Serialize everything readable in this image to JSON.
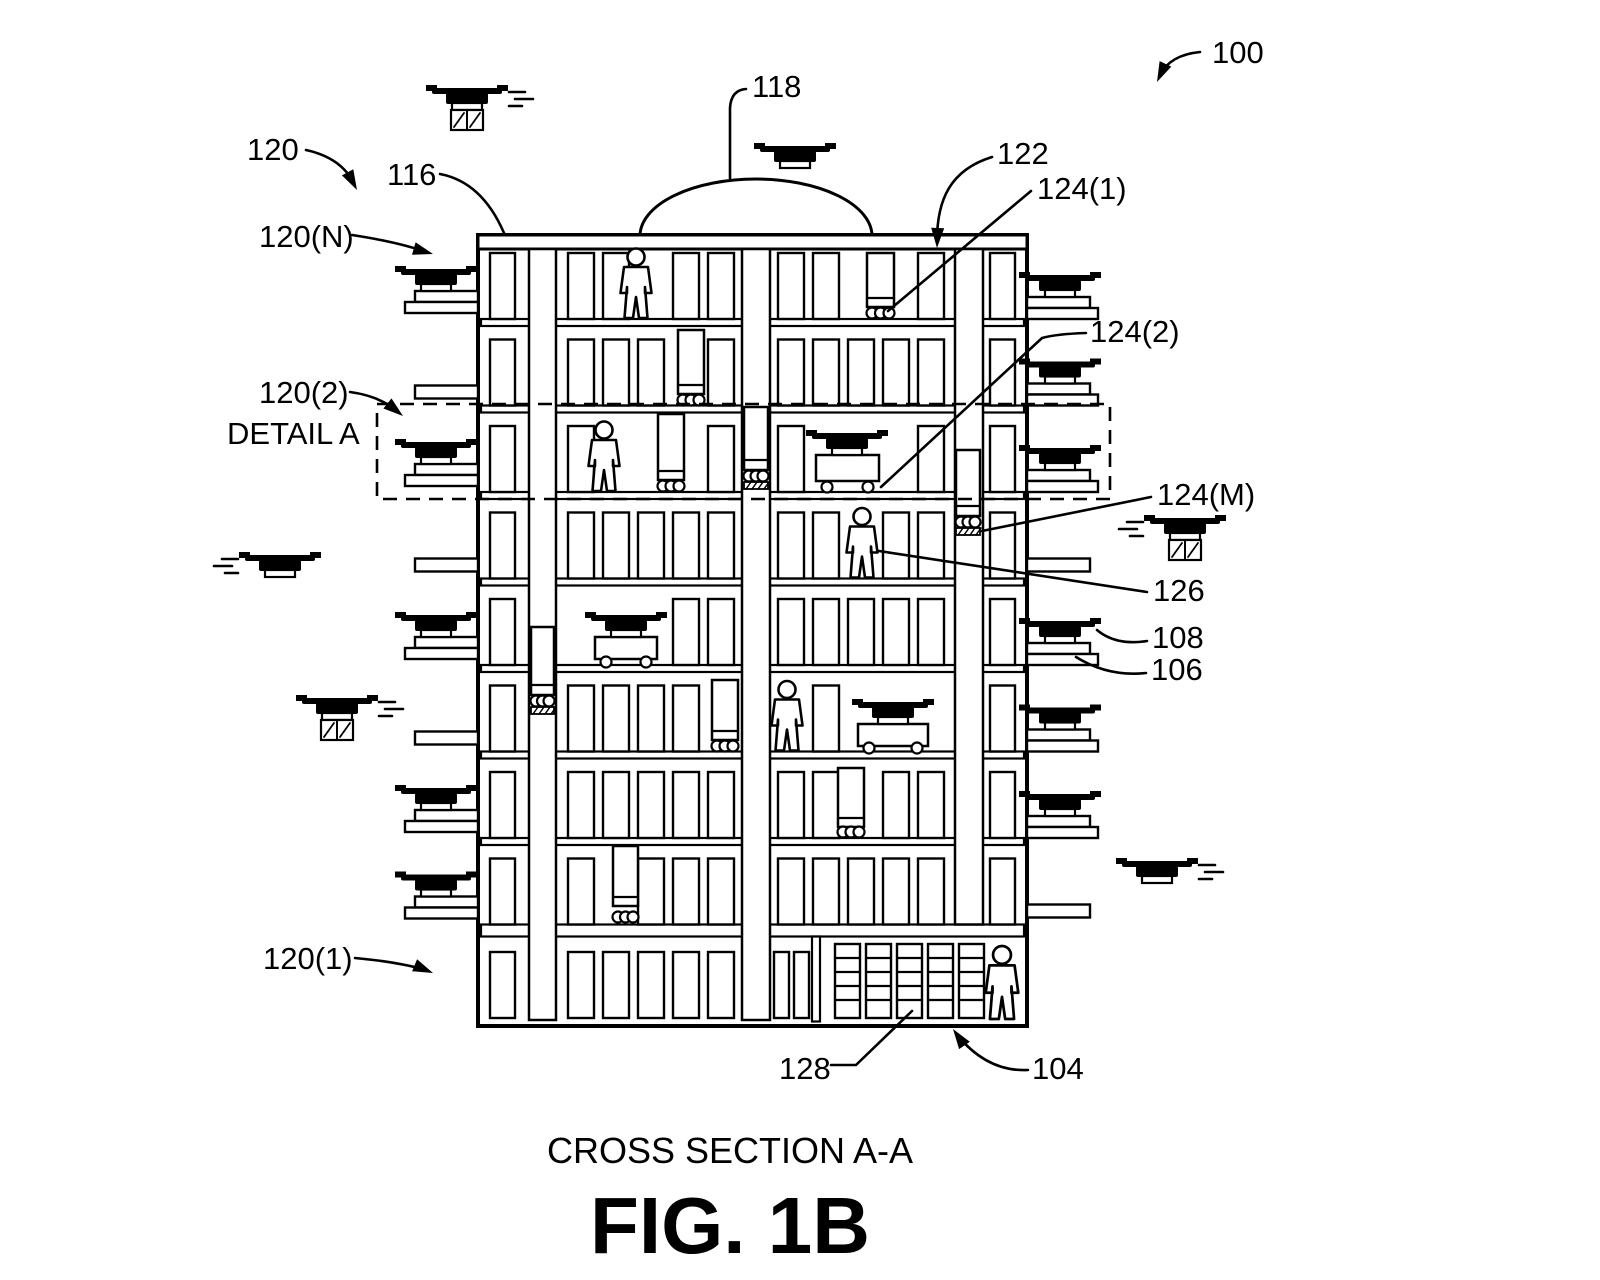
{
  "figure": {
    "kind": "patent-cross-section-drawing",
    "subject": "multi-level drone fulfillment center"
  },
  "captions": {
    "cross_section": "CROSS SECTION A-A",
    "fig": "FIG. 1B"
  },
  "labels": {
    "n100": "100",
    "n118": "118",
    "n120": "120",
    "n116": "116",
    "n120N": "120(N)",
    "n120_2": "120(2)",
    "detail_a": "DETAIL A",
    "n122": "122",
    "n124_1": "124(1)",
    "n124_2": "124(2)",
    "n124_M": "124(M)",
    "n126": "126",
    "n108": "108",
    "n106": "106",
    "n120_1": "120(1)",
    "n128": "128",
    "n104": "104"
  },
  "icons": {
    "drone": "drone-icon quadcopter silhouette",
    "package": "package-icon box with diagonal flaps",
    "person": "person-icon standing human outline",
    "storage_pod": "storage-pod-icon wheeled container",
    "drone_cart": "drone-cart-icon drone resting on wheeled cart",
    "elevator_pod": "elevator-pod-icon wheeled car inside shaft",
    "landing_platform": "landing-platform stepped ledge on facade",
    "shelf": "shelf-rack-icon ladder-style rack",
    "dome": "roof-dome semicircular cap",
    "speed_dashes": "motion-dash-lines"
  },
  "colors": {
    "ink": "#000000",
    "paper": "#ffffff"
  }
}
